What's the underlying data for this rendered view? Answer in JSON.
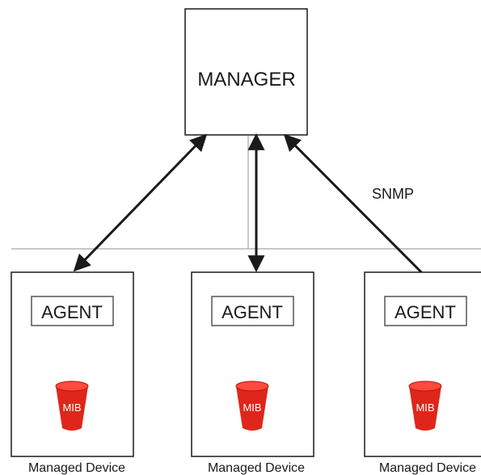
{
  "manager": {
    "label": "MANAGER"
  },
  "protocol": {
    "label": "SNMP"
  },
  "devices": [
    {
      "agent_label": "AGENT",
      "mib_label": "MIB",
      "caption": "Managed Device"
    },
    {
      "agent_label": "AGENT",
      "mib_label": "MIB",
      "caption": "Managed Device"
    },
    {
      "agent_label": "AGENT",
      "mib_label": "MIB",
      "caption": "Managed Device"
    }
  ],
  "colors": {
    "mib_fill": "#e0261b",
    "mib_top": "#ff4a3d",
    "line": "#1a1a1a",
    "divider": "#b5b5b5"
  }
}
